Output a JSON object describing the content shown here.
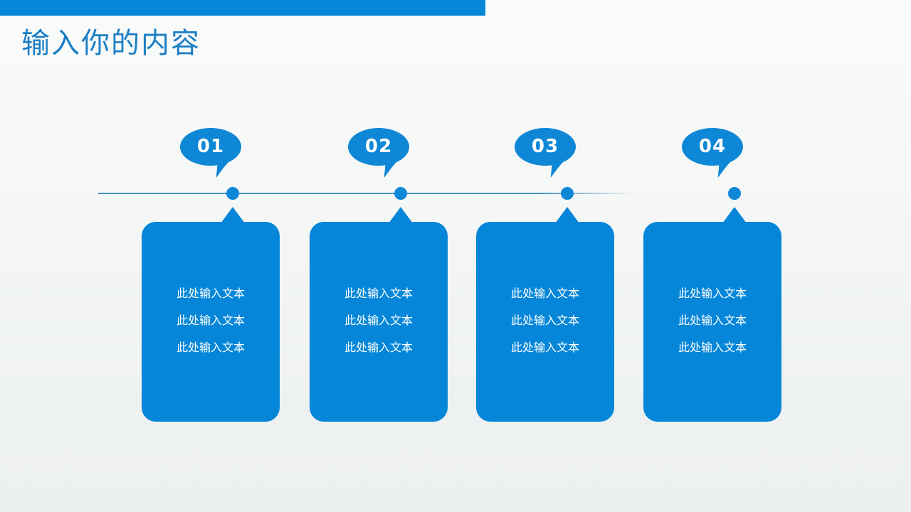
{
  "slide": {
    "title": "输入你的内容",
    "background_top_color": "#fafbfb",
    "background_bottom_color": "#edf0f1",
    "accent_color": "#0586d8",
    "title_color": "#1b7fc4"
  },
  "top_bar": {
    "color": "#0586d8"
  },
  "timeline": {
    "line_color": "#3f8fc6",
    "dot_color": "#0e87d6"
  },
  "items": [
    {
      "number": "01",
      "lines": [
        "此处输入文本",
        "此处输入文本",
        "此处输入文本"
      ]
    },
    {
      "number": "02",
      "lines": [
        "此处输入文本",
        "此处输入文本",
        "此处输入文本"
      ]
    },
    {
      "number": "03",
      "lines": [
        "此处输入文本",
        "此处输入文本",
        "此处输入文本"
      ]
    },
    {
      "number": "04",
      "lines": [
        "此处输入文本",
        "此处输入文本",
        "此处输入文本"
      ]
    }
  ]
}
